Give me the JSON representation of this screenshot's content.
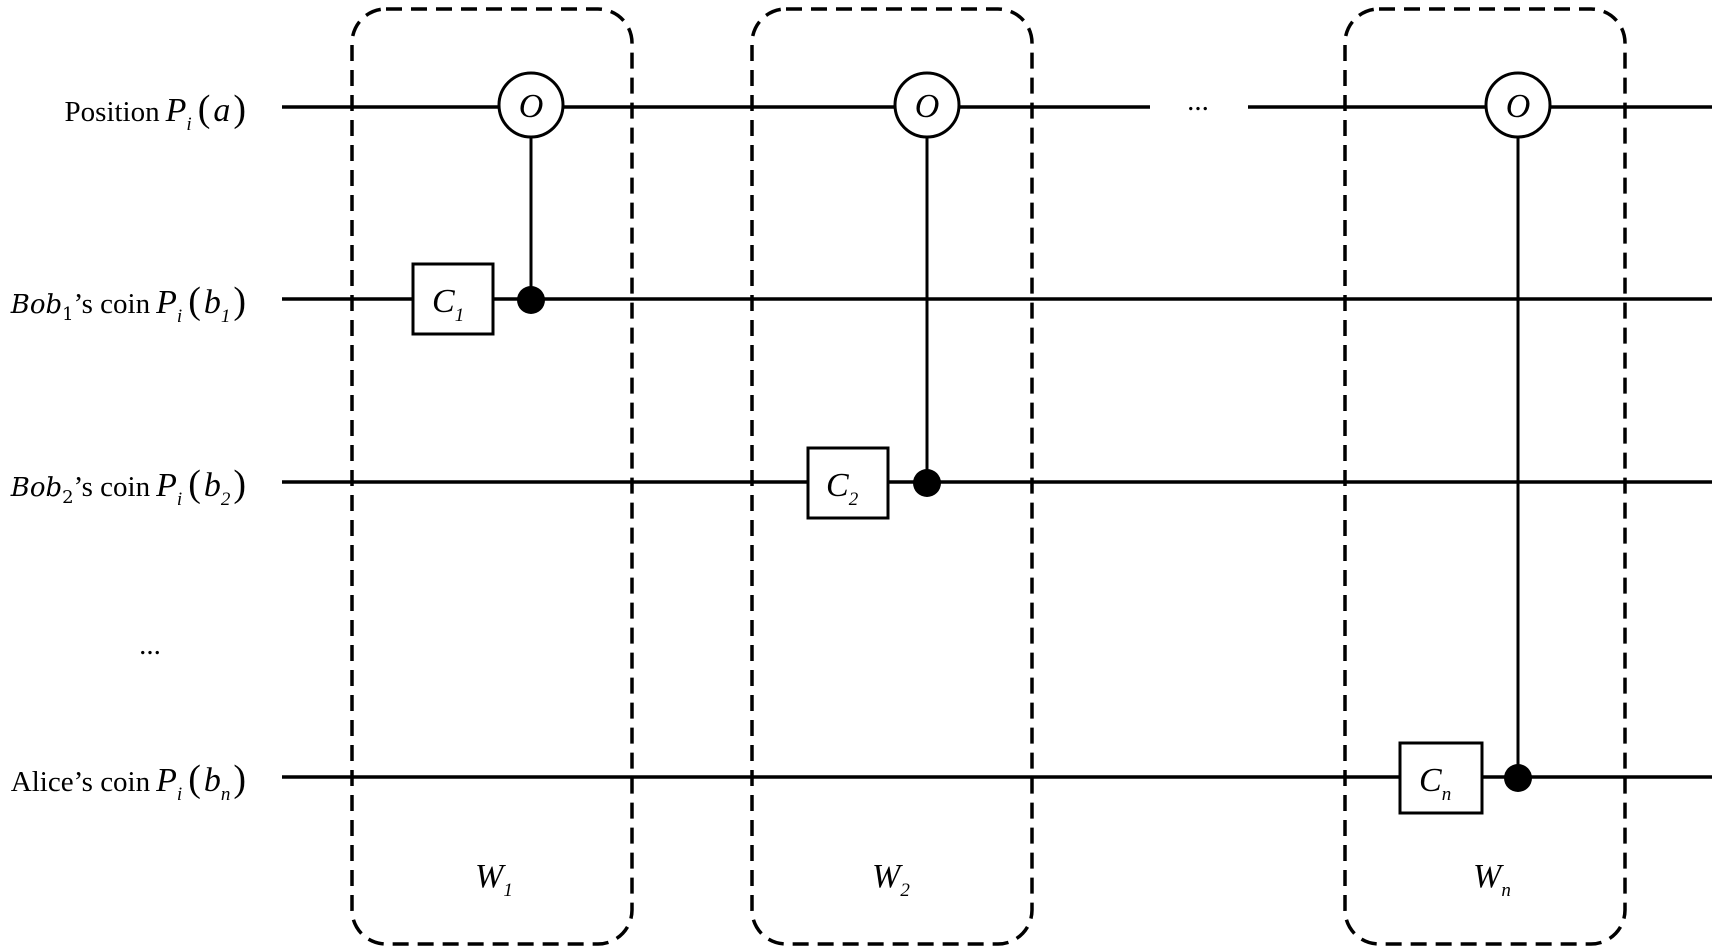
{
  "wires": {
    "position": {
      "word": "Position",
      "P": "P",
      "i": "i",
      "arg": "a",
      "open": "(",
      "close": ")"
    },
    "bob1": {
      "name": "Bob",
      "name_sub": "1",
      "suffix": "’s coin",
      "P": "P",
      "i": "i",
      "arg": "b",
      "arg_sub": "1",
      "open": "(",
      "close": ")"
    },
    "bob2": {
      "name": "Bob",
      "name_sub": "2",
      "suffix": "’s coin",
      "P": "P",
      "i": "i",
      "arg": "b",
      "arg_sub": "2",
      "open": "(",
      "close": ")"
    },
    "alice": {
      "word": "Alice’s coin",
      "P": "P",
      "i": "i",
      "arg": "b",
      "arg_sub": "n",
      "open": "(",
      "close": ")"
    }
  },
  "ellipsis": {
    "wires": "...",
    "top": "..."
  },
  "oracles": [
    {
      "label": "O"
    },
    {
      "label": "O"
    },
    {
      "label": "O"
    }
  ],
  "gates": [
    {
      "letter": "C",
      "sub": "1"
    },
    {
      "letter": "C",
      "sub": "2"
    },
    {
      "letter": "C",
      "sub": "n"
    }
  ],
  "steps": [
    {
      "letter": "W",
      "sub": "1"
    },
    {
      "letter": "W",
      "sub": "2"
    },
    {
      "letter": "W",
      "sub": "n"
    }
  ]
}
